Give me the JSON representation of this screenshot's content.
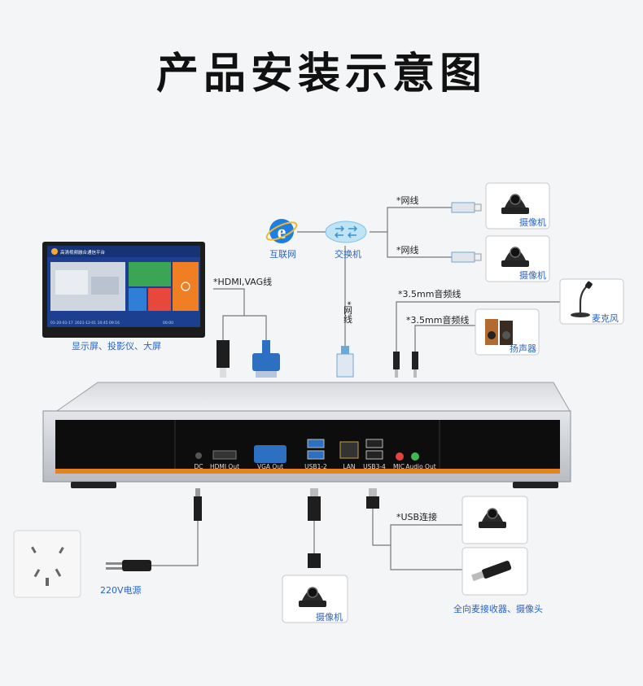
{
  "title": "产品安装示意图",
  "labels": {
    "display": "显示屏、投影仪、大屏",
    "internet": "互联网",
    "switch": "交换机",
    "camera_top1": "摄像机",
    "camera_top2": "摄像机",
    "microphone": "麦克风",
    "speaker": "扬声器",
    "power": "220V电源",
    "camera_bottom": "摄像机",
    "usb_devices": "全向麦接收器、摄像头"
  },
  "cables": {
    "net1": "*网线",
    "net2": "*网线",
    "net_vertical": "*网线",
    "hdmi_vga": "*HDMI,VAG线",
    "audio1": "*3.5mm音频线",
    "audio2": "*3.5mm音频线",
    "usb": "*USB连接"
  },
  "ports": [
    "DC",
    "HDMI Out",
    "VGA Out",
    "USB1-2",
    "LAN",
    "USB3-4",
    "MIC",
    "Audio Out"
  ],
  "screen": {
    "app_title": "高清视频融合通信平台",
    "footer_left": "01-20-01-17",
    "footer_mid": "2021-12-01 10:45 09:16",
    "footer_right": "00:00"
  },
  "colors": {
    "accent_blue": "#2b63c6",
    "tile_green": "#3aa655",
    "tile_blue": "#2f7fd6",
    "tile_orange": "#f07f23",
    "tile_red": "#e8483c"
  }
}
